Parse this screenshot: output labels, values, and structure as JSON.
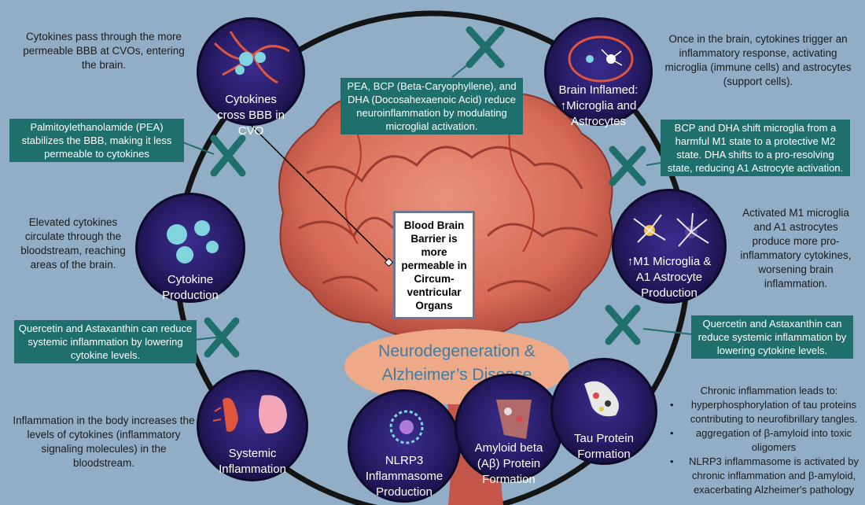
{
  "notes": {
    "cvo": "Cytokines pass through the more permeable BBB at CVOs, entering the brain.",
    "inflamed": "Once in the brain, cytokines trigger an inflammatory response, activating microglia (immune cells) and astrocytes (support cells).",
    "elevated": "Elevated cytokines circulate through the bloodstream, reaching areas of the brain.",
    "activated": "Activated M1 microglia and A1 astrocytes produce more pro-inflammatory cytokines, worsening brain inflammation.",
    "systemic": "Inflammation in the body increases the levels of cytokines (inflammatory signaling molecules) in the bloodstream.",
    "chronic_head": "Chronic inflammation leads to:",
    "chronic_items": [
      "hyperphosphorylation of tau proteins contributing to neurofibrillary tangles.",
      "aggregation of β-amyloid into toxic oligomers",
      "NLRP3 inflammasome is activated by chronic inflammation and β-amyloid, exacerbating Alzheimer's pathology"
    ]
  },
  "interventions": {
    "pea_bcp_dha": "PEA, BCP (Beta-Caryophyllene), and DHA (Docosahexaenoic Acid) reduce neuroinflammation by modulating microglial activation.",
    "pea": "Palmitoylethanolamide (PEA) stabilizes the BBB, making it less permeable to cytokines",
    "bcp_dha": "BCP and DHA shift microglia from a harmful M1 state to a protective M2 state. DHA shifts to a pro-resolving state, reducing A1 Astrocyte activation.",
    "quercetin_left": "Quercetin and Astaxanthin can reduce systemic inflammation by lowering cytokine levels.",
    "quercetin_right": "Quercetin and Astaxanthin can reduce systemic inflammation by lowering cytokine levels."
  },
  "stages": {
    "cvo": "Cytokines cross BBB in CVO",
    "inflamed": "Brain Inflamed: ↑Microglia and Astrocytes",
    "cytokine": "Cytokine Production",
    "m1": "↑M1 Microglia & A1 Astrocyte Production",
    "systemic": "Systemic Inflammation",
    "nlrp3": "NLRP3 Inflammasome Production",
    "amyloid": "Amyloid beta (Aβ) Protein Formation",
    "tau": "Tau Protein Formation"
  },
  "center": {
    "bbb": "Blood Brain Barrier is more permeable in Circum-ventricular Organs",
    "outcome": "Neurodegeneration & Alzheimer’s Disease"
  },
  "colors": {
    "background": "#92aec6",
    "teal_box": "#1f6f6c",
    "stage_circle": "#2a1e6b",
    "brain": "#d96a55",
    "outcome_oval": "#eeaa88",
    "outcome_text": "#3c7da4"
  }
}
